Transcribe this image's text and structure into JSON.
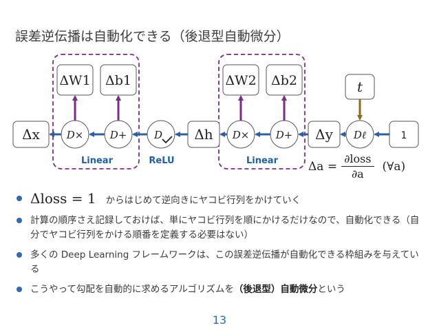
{
  "title": "誤差逆伝播は自動化できる（後退型自動微分）",
  "diagram": {
    "nodes": {
      "dx": "Δx",
      "dmul1": "D×",
      "dplus1": "D+",
      "drelu": "D",
      "dh": "Δh",
      "dmul2": "D×",
      "dplus2": "D+",
      "dy": "Δy",
      "dloss": "Dℓ",
      "one": "1",
      "dW1": "ΔW1",
      "db1": "Δb1",
      "dW2": "ΔW2",
      "db2": "Δb2",
      "t": "t"
    },
    "labels": {
      "linear1": "Linear",
      "relu": "ReLU",
      "linear2": "Linear"
    },
    "colors": {
      "arrow_purple": "#7b2a86",
      "arrow_blue": "#2f5fa0",
      "arrow_olive": "#8a6d1a",
      "dashed_box": "#7b2a86",
      "label_blue": "#1f5fa5"
    }
  },
  "formula": {
    "lhs": "Δa =",
    "numerator": "∂loss",
    "denominator": "∂a",
    "qualifier": "(∀a)"
  },
  "bullets": [
    {
      "math": "Δloss = 1",
      "text": "からはじめて逆向きにヤコビ行列をかけていく"
    },
    {
      "text": "計算の順序さえ記録しておけば、単にヤコビ行列を順にかけるだけなので、自動化できる（自分でヤコビ行列をかける順番を定義する必要はない）"
    },
    {
      "text": "多くの Deep Learning フレームワークは、この誤差逆伝播が自動化できる枠組みを与えている"
    },
    {
      "text_before": "こうやって勾配を自動的に求めるアルゴリズムを",
      "bold": "（後退型）自動微分",
      "text_after": "という"
    }
  ],
  "page_number": "13"
}
